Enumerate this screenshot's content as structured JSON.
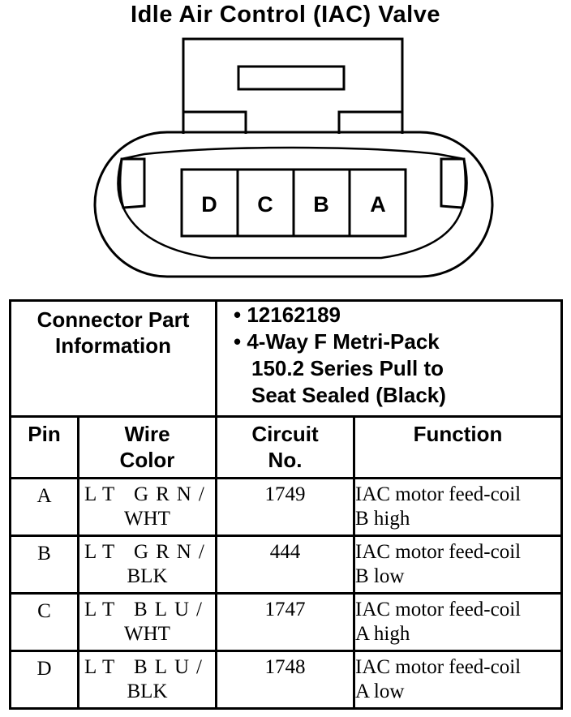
{
  "title": "Idle Air Control (IAC) Valve",
  "connector": {
    "pins": [
      "D",
      "C",
      "B",
      "A"
    ]
  },
  "part_info": {
    "label_line1": "Connector Part",
    "label_line2": "Information",
    "part_number": "12162189",
    "description_line1": "4-Way F Metri-Pack",
    "description_line2": "150.2 Series Pull to",
    "description_line3": "Seat Sealed (Black)"
  },
  "table": {
    "headers": {
      "pin": "Pin",
      "wire_color_line1": "Wire",
      "wire_color_line2": "Color",
      "circuit_line1": "Circuit",
      "circuit_line2": "No.",
      "function": "Function"
    },
    "rows": [
      {
        "pin": "A",
        "wire_top": "LT GRN/",
        "wire_bottom": "WHT",
        "circuit": "1749",
        "function_line1": "IAC motor feed-coil",
        "function_line2": "B high"
      },
      {
        "pin": "B",
        "wire_top": "LT GRN/",
        "wire_bottom": "BLK",
        "circuit": "444",
        "function_line1": "IAC motor feed-coil",
        "function_line2": "B low"
      },
      {
        "pin": "C",
        "wire_top": "LT BLU/",
        "wire_bottom": "WHT",
        "circuit": "1747",
        "function_line1": "IAC motor feed-coil",
        "function_line2": "A high"
      },
      {
        "pin": "D",
        "wire_top": "LT BLU/",
        "wire_bottom": "BLK",
        "circuit": "1748",
        "function_line1": "IAC motor feed-coil",
        "function_line2": "A low"
      }
    ]
  }
}
